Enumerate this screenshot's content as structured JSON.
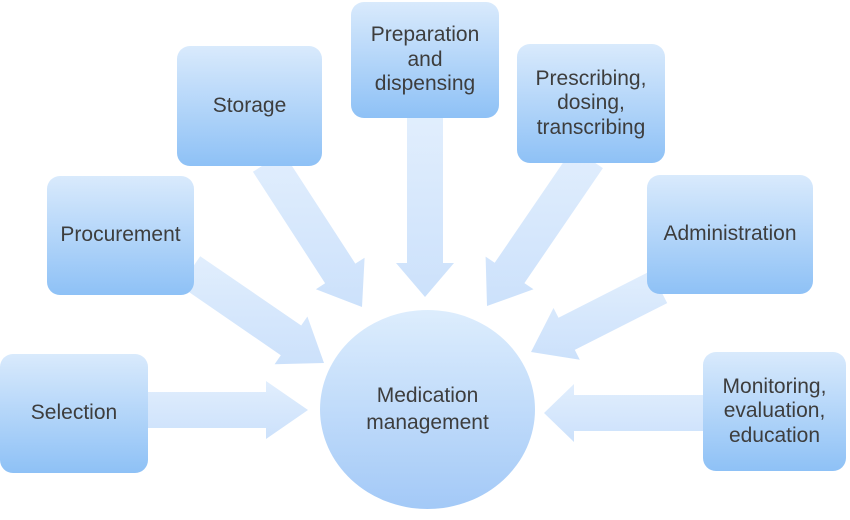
{
  "center": {
    "label": "Medication\nmanagement"
  },
  "boxes": [
    {
      "id": "selection",
      "label": "Selection"
    },
    {
      "id": "procurement",
      "label": "Procurement"
    },
    {
      "id": "storage",
      "label": "Storage"
    },
    {
      "id": "preparation",
      "label": "Preparation\nand\ndispensing"
    },
    {
      "id": "prescribing",
      "label": "Prescribing,\ndosing,\ntranscribing"
    },
    {
      "id": "administration",
      "label": "Administration"
    },
    {
      "id": "monitoring",
      "label": "Monitoring,\nevaluation,\neducation"
    }
  ],
  "colors": {
    "box_gradient_top": "#d9eafc",
    "box_gradient_bottom": "#8ec1f6",
    "circle_gradient_top": "#ddedfd",
    "circle_gradient_bottom": "#a3c9f7",
    "arrow_fill_top": "#e1eefd",
    "arrow_fill_bottom": "#cce1fb",
    "text": "#3d3d3d"
  }
}
